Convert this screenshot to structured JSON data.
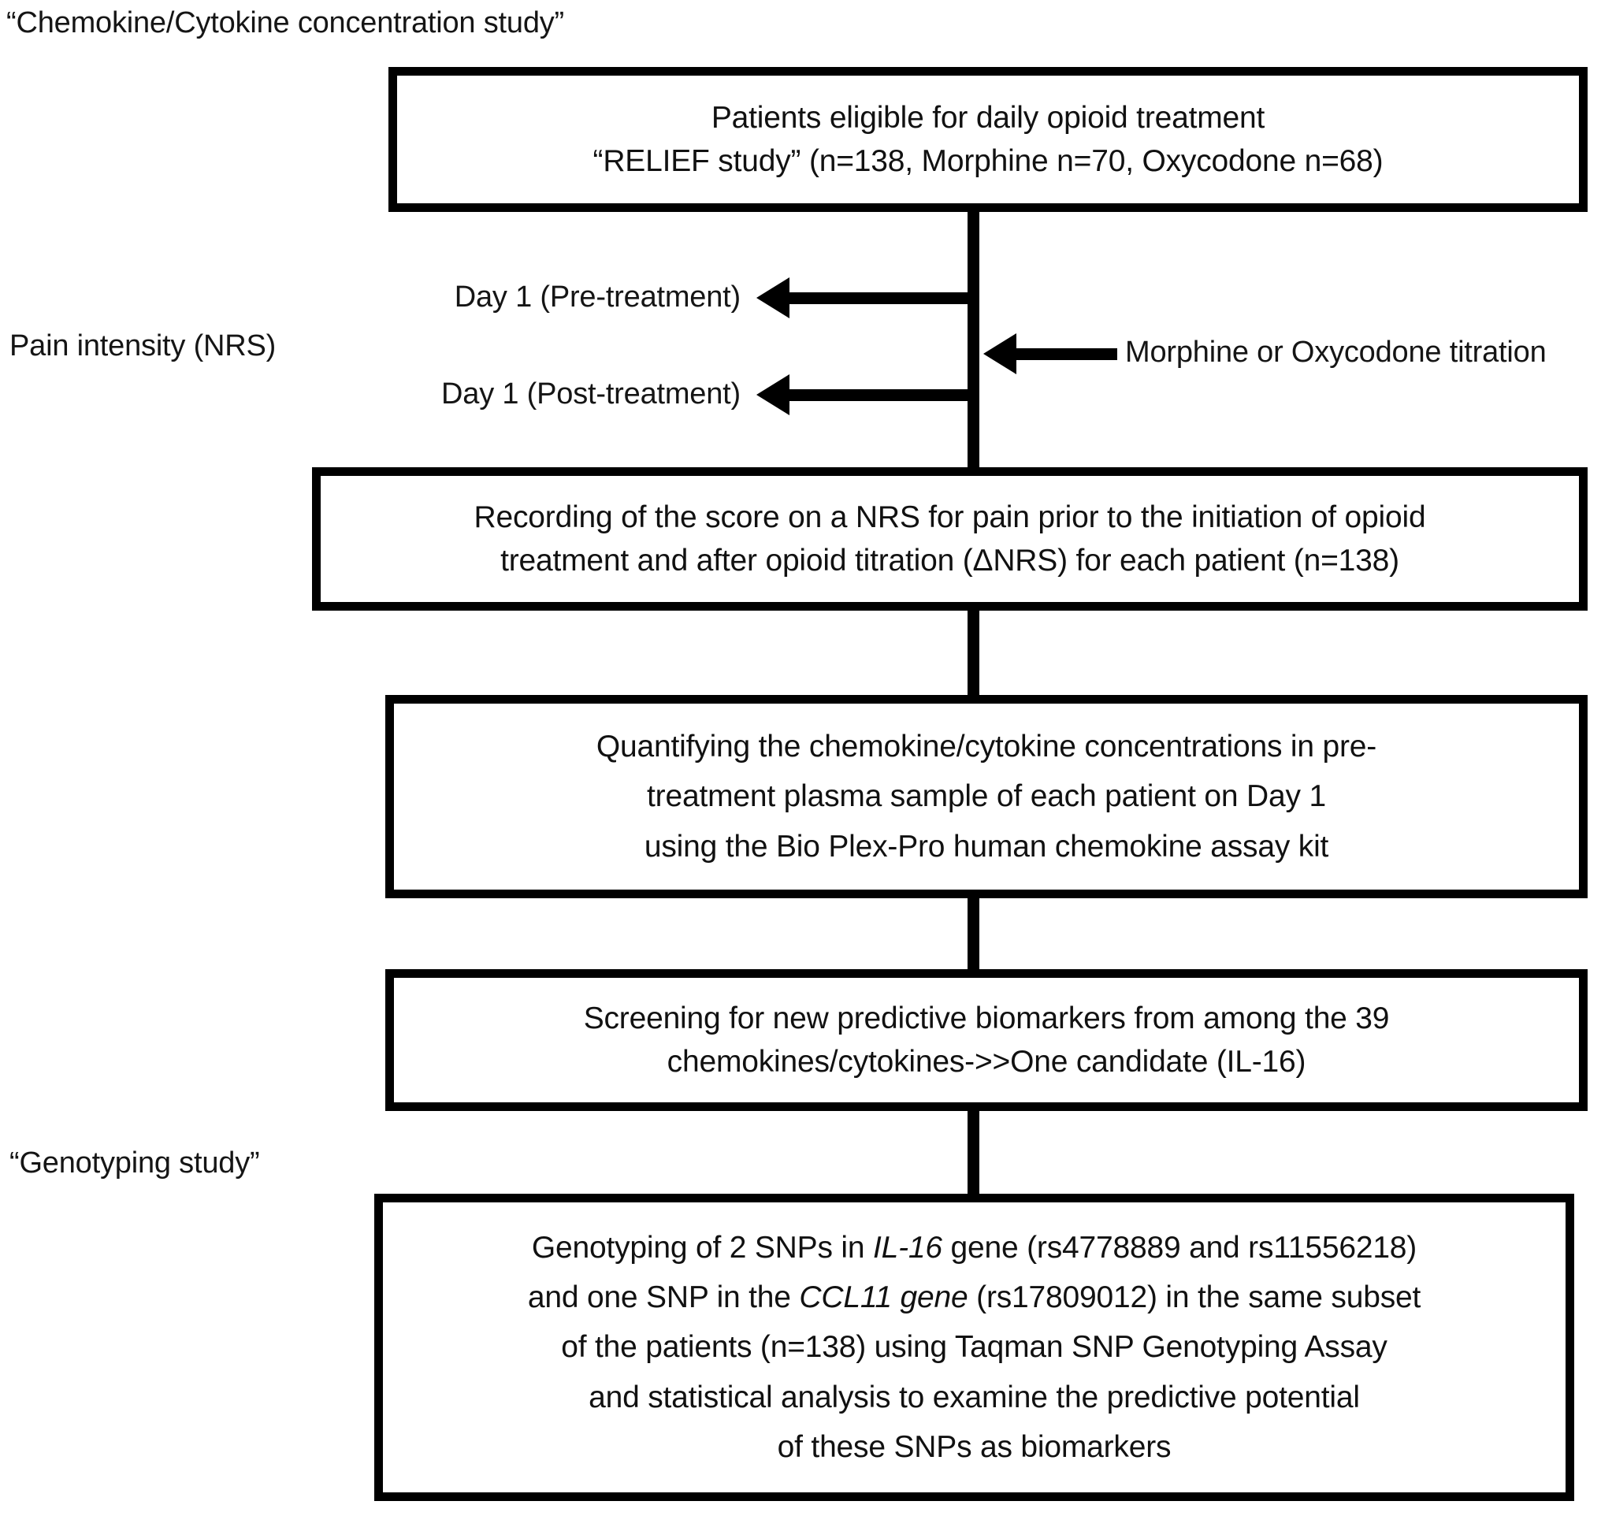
{
  "figure": {
    "type": "flowchart",
    "orientation": "top-to-bottom",
    "background_color": "#ffffff",
    "line_color": "#000000",
    "text_color": "#111111"
  },
  "section_labels": {
    "study_top": "“Chemokine/Cytokine concentration study”",
    "pain_intensity": "Pain intensity (NRS)",
    "study_bottom": "“Genotyping study”"
  },
  "connector_labels": {
    "day1_pre": "Day 1 (Pre-treatment)",
    "day1_post": "Day 1 (Post-treatment)",
    "titration": "Morphine or Oxycodone titration"
  },
  "boxes": [
    {
      "id": "eligible-patients",
      "lines": [
        "Patients eligible for daily opioid treatment",
        "“RELIEF study” (n=138, Morphine n=70, Oxycodone n=68)"
      ]
    },
    {
      "id": "nrs-recording",
      "lines": [
        "Recording of the score on a NRS for pain prior to the initiation of opioid",
        "treatment and after opioid titration (ΔNRS) for each patient (n=138)"
      ]
    },
    {
      "id": "quantify-chemokines",
      "lines": [
        "Quantifying the chemokine/cytokine concentrations in pre-",
        "treatment plasma sample of each patient on Day 1",
        "using the Bio Plex-Pro human chemokine assay kit"
      ]
    },
    {
      "id": "screening-biomarkers",
      "lines": [
        "Screening for new predictive biomarkers from among the 39",
        "chemokines/cytokines->>One candidate (IL-16)"
      ]
    },
    {
      "id": "genotyping-snps",
      "line1_a": "Genotyping of 2 SNPs in ",
      "line1_gene": "IL-16",
      "line1_b": " gene (rs4778889 and rs11556218)",
      "line2_a": "and one SNP in the ",
      "line2_gene": "CCL11 gene",
      "line2_b": " (rs17809012) in the same subset",
      "line3": "of the patients (n=138) using Taqman SNP Genotyping Assay",
      "line4": "and statistical analysis to examine the predictive potential",
      "line5": "of these SNPs as biomarkers"
    }
  ]
}
